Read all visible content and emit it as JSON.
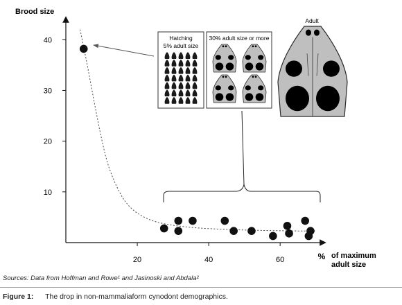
{
  "chart_data": {
    "type": "scatter",
    "ylabel": "Brood size",
    "xlabel_unit": "%",
    "xlabel_lines": [
      "of maximum",
      "adult size"
    ],
    "xticks": [
      20,
      40,
      60
    ],
    "yticks": [
      10,
      20,
      30,
      40
    ],
    "xlim": [
      0,
      72
    ],
    "ylim": [
      0,
      44
    ],
    "grid": false,
    "points": [
      {
        "x": 5,
        "y": 38.2
      },
      {
        "x": 27.5,
        "y": 2.8
      },
      {
        "x": 31.5,
        "y": 4.3
      },
      {
        "x": 31.5,
        "y": 2.3
      },
      {
        "x": 35.5,
        "y": 4.3
      },
      {
        "x": 44.5,
        "y": 4.3
      },
      {
        "x": 47,
        "y": 2.3
      },
      {
        "x": 52,
        "y": 2.3
      },
      {
        "x": 58,
        "y": 1.3
      },
      {
        "x": 62,
        "y": 3.3
      },
      {
        "x": 62.5,
        "y": 1.8
      },
      {
        "x": 67,
        "y": 4.3
      },
      {
        "x": 68,
        "y": 1.3
      },
      {
        "x": 68.5,
        "y": 2.3
      }
    ],
    "trend_curve": [
      {
        "x": 4,
        "y": 42
      },
      {
        "x": 6,
        "y": 35
      },
      {
        "x": 8,
        "y": 27.5
      },
      {
        "x": 10,
        "y": 20.5
      },
      {
        "x": 12,
        "y": 15
      },
      {
        "x": 15,
        "y": 10
      },
      {
        "x": 18,
        "y": 7
      },
      {
        "x": 22,
        "y": 5
      },
      {
        "x": 27,
        "y": 3.8
      },
      {
        "x": 35,
        "y": 3.0
      },
      {
        "x": 45,
        "y": 2.6
      },
      {
        "x": 55,
        "y": 2.4
      },
      {
        "x": 65,
        "y": 2.3
      },
      {
        "x": 70,
        "y": 2.3
      }
    ],
    "annotations": {
      "hatching": {
        "title": "Hatching",
        "subtitle": "5% adult size",
        "rows": 7,
        "cols": 5
      },
      "juvenile": {
        "title": "30% adult size or more",
        "count": 4
      },
      "adult": {
        "title": "Adult"
      }
    }
  },
  "sources": "Sources: Data from Hoffman and Rowe¹ and Jasinoski and Abdala²",
  "caption": {
    "label": "Figure 1:",
    "text": "The drop in non-mammaliaform cynodont demographics."
  },
  "colors": {
    "skull_fill": "#bfbfbf",
    "skull_stroke": "#2a2a2a",
    "marker": "#111111",
    "axis": "#111111",
    "arrow": "#555555"
  }
}
